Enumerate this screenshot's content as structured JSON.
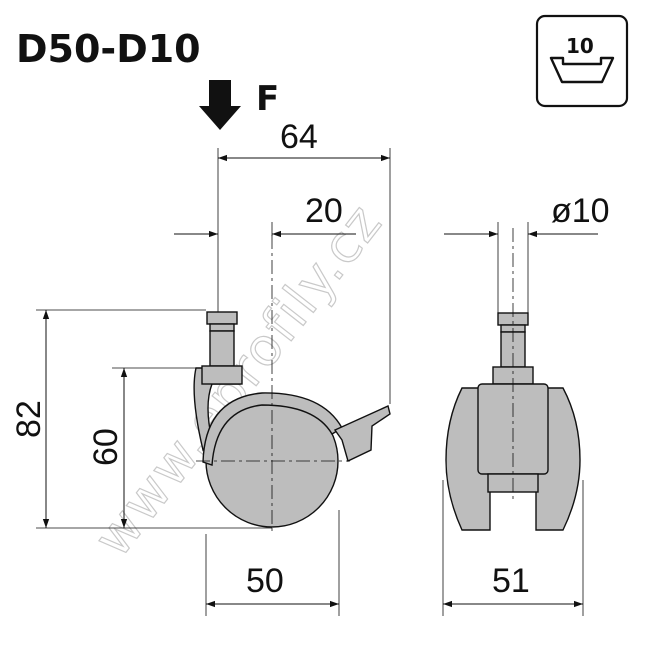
{
  "title": "D50-D10",
  "force_label": "F",
  "badge": {
    "value": "10",
    "icon": "t-slot-profile-icon"
  },
  "watermark": "www.eprofily.cz",
  "dimensions": {
    "width_64": "64",
    "offset_20": "20",
    "stem_diameter": "ø10",
    "height_82": "82",
    "height_60": "60",
    "wheel_diameter_50": "50",
    "width_51": "51"
  },
  "colors": {
    "part_fill": "#bdbdbd",
    "line": "#111111",
    "watermark": "#c9c9c9"
  }
}
